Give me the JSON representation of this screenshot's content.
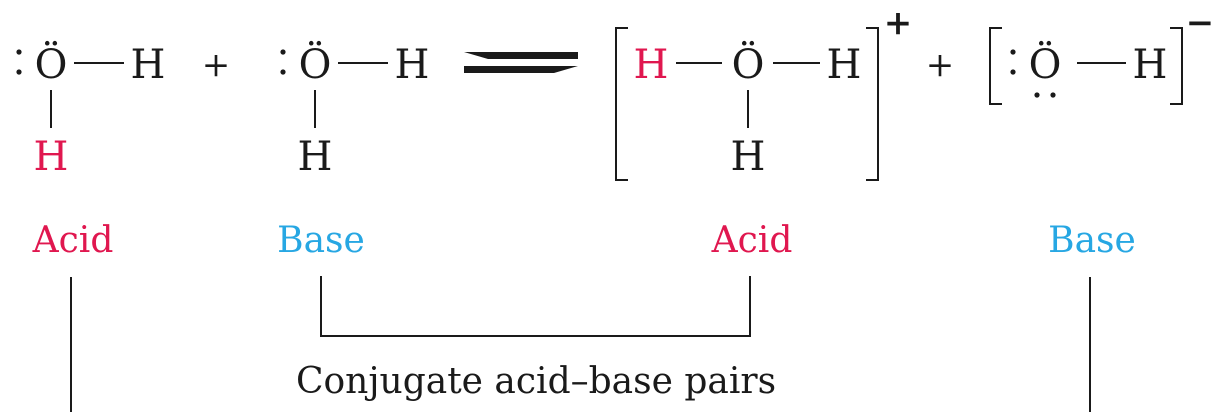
{
  "colors": {
    "acid": "#e0174f",
    "base": "#27a7e3",
    "ink": "#1a1a1a"
  },
  "reaction": {
    "reactant_1": {
      "o": "Ö",
      "h_right": "H",
      "h_bottom": "H"
    },
    "plus_1": "+",
    "reactant_2": {
      "o": "Ö",
      "h_right": "H",
      "h_bottom": "H"
    },
    "product_1": {
      "h_left": "H",
      "o": "Ö",
      "h_right": "H",
      "h_bottom": "H",
      "charge": "+"
    },
    "plus_2": "+",
    "product_2": {
      "o": "Ö",
      "h_right": "H",
      "charge": "−"
    }
  },
  "labels": {
    "acid_1": "Acid",
    "base_1": "Base",
    "acid_2": "Acid",
    "base_2": "Base"
  },
  "caption": "Conjugate acid–base pairs"
}
